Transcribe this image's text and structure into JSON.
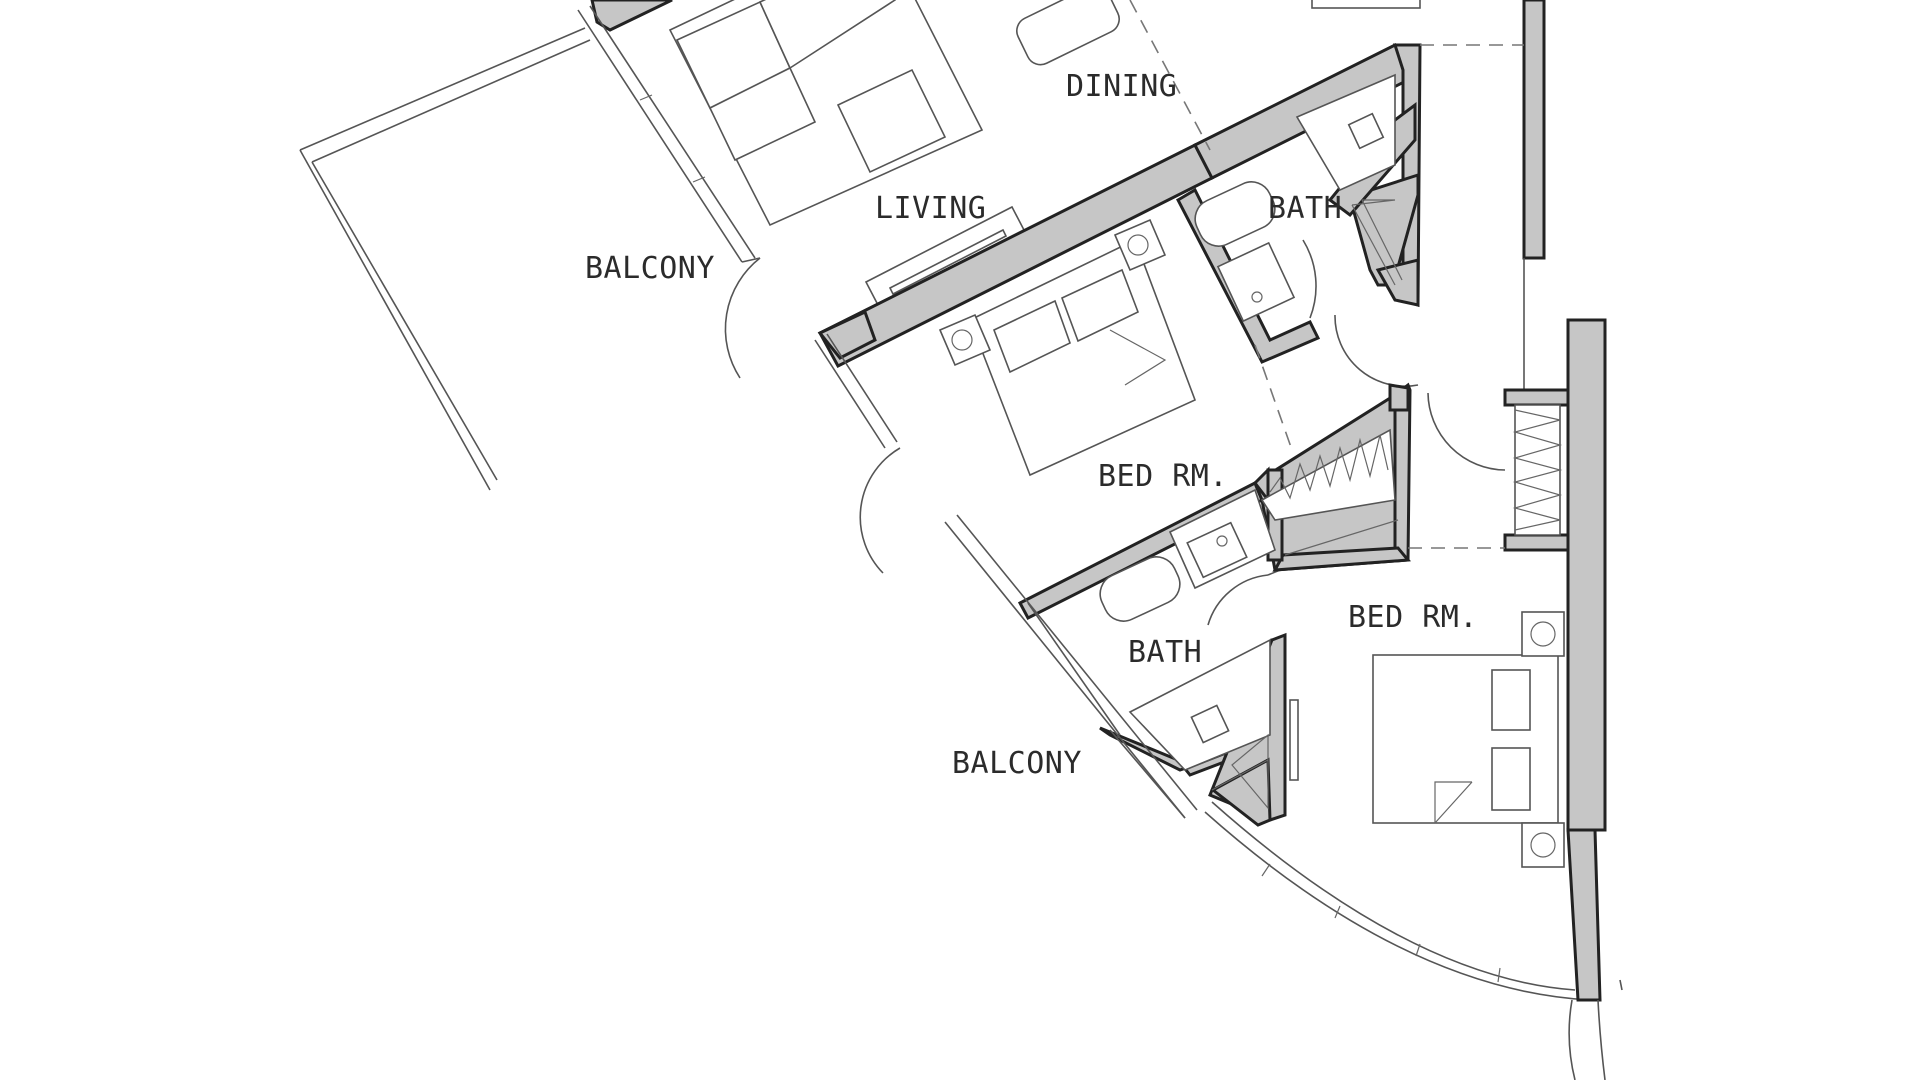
{
  "plan": {
    "rooms": [
      {
        "key": "dining",
        "label": "DINING"
      },
      {
        "key": "living",
        "label": "LIVING"
      },
      {
        "key": "bath1",
        "label": "BATH"
      },
      {
        "key": "balcony1",
        "label": "BALCONY"
      },
      {
        "key": "bedroom1",
        "label": "BED RM."
      },
      {
        "key": "bedroom2",
        "label": "BED RM."
      },
      {
        "key": "bath2",
        "label": "BATH"
      },
      {
        "key": "balcony2",
        "label": "BALCONY"
      }
    ],
    "colors": {
      "wall_fill": "#c6c6c6",
      "wall_stroke": "#222222",
      "line": "#555555",
      "background": "#ffffff"
    }
  }
}
